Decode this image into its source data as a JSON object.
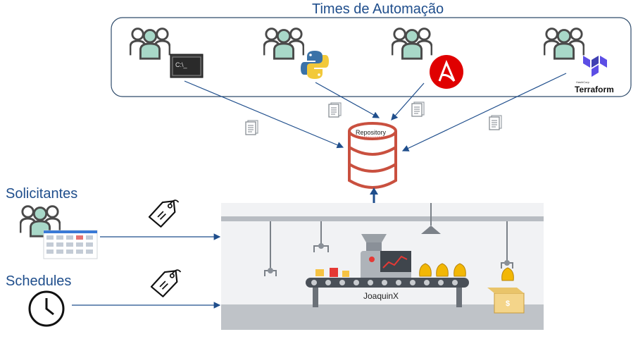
{
  "title": "Times de Automação",
  "repository_label": "Repository",
  "requesters_label": "Solicitantes",
  "schedules_label": "Schedules",
  "factory_label": "JoaquinX",
  "terraform": {
    "brand": "Terraform",
    "vendor": "HashiCorp"
  },
  "terminal_prompt": "C:\\_",
  "teams": [
    {
      "tool": "terminal-cmd"
    },
    {
      "tool": "python"
    },
    {
      "tool": "ansible"
    },
    {
      "tool": "terraform"
    }
  ],
  "colors": {
    "accent": "#1f4e8c",
    "repository": "#c9503f",
    "person_fill": "#a8d8c8",
    "person_stroke": "#4a4a4a",
    "ansible": "#e00000",
    "terraform": "#5c4ee5"
  }
}
